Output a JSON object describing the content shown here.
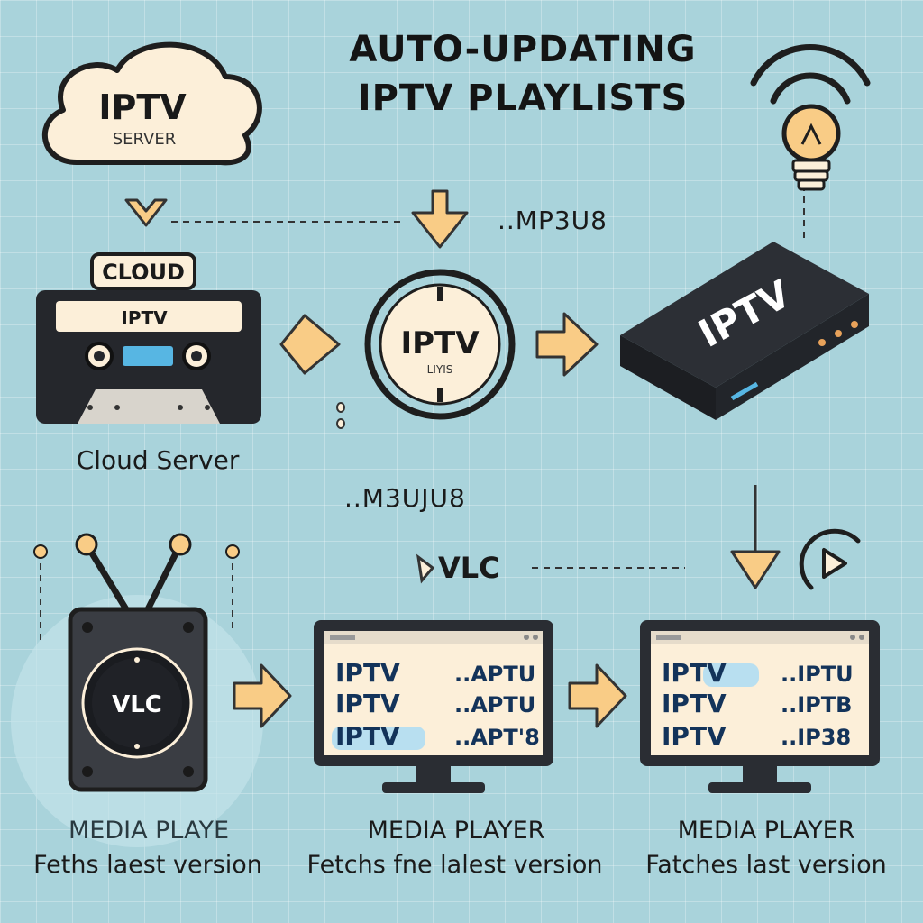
{
  "title_line1": "AUTO-UPDATING",
  "title_line2": "IPTV PLAYLISTS",
  "cloud": {
    "brand": "IPTV",
    "sub": "SERVER"
  },
  "cassette": {
    "tag": "CLOUD",
    "label": "IPTV"
  },
  "cloud_server_caption": "Cloud Server",
  "playlist_badge": {
    "brand": "IPTV",
    "sub": "LIYIS"
  },
  "ext_top": "..MP3U8",
  "ext_mid": "..M3UJU8",
  "settop_box": {
    "label": "IPTV"
  },
  "vlc_link": "VLC",
  "tv": {
    "label": "VLC"
  },
  "monitor_middle": {
    "rows": [
      {
        "name": "IPTV",
        "ext": "..APTU"
      },
      {
        "name": "IPTV",
        "ext": "..APTU"
      },
      {
        "name": "IPTV",
        "ext": "..APT'8"
      }
    ]
  },
  "monitor_right": {
    "rows": [
      {
        "name": "IPTV",
        "ext": "..IPTU"
      },
      {
        "name": "IPTV",
        "ext": "..IPTB"
      },
      {
        "name": "IPTV",
        "ext": "..IP38"
      }
    ]
  },
  "captions": [
    {
      "line1": "MEDIA PLAYE",
      "line2": "Feths laest version"
    },
    {
      "line1": "MEDIA PLAYER",
      "line2": "Fetchs fne lalest version"
    },
    {
      "line1": "MEDIA PLAYER",
      "line2": "Fatches last version"
    }
  ],
  "colors": {
    "background": "#a9d3db",
    "arrow_fill": "#f9cc86",
    "device_dark": "#25272c",
    "screen_blue": "#57b6e3",
    "cream": "#fcefd9"
  }
}
